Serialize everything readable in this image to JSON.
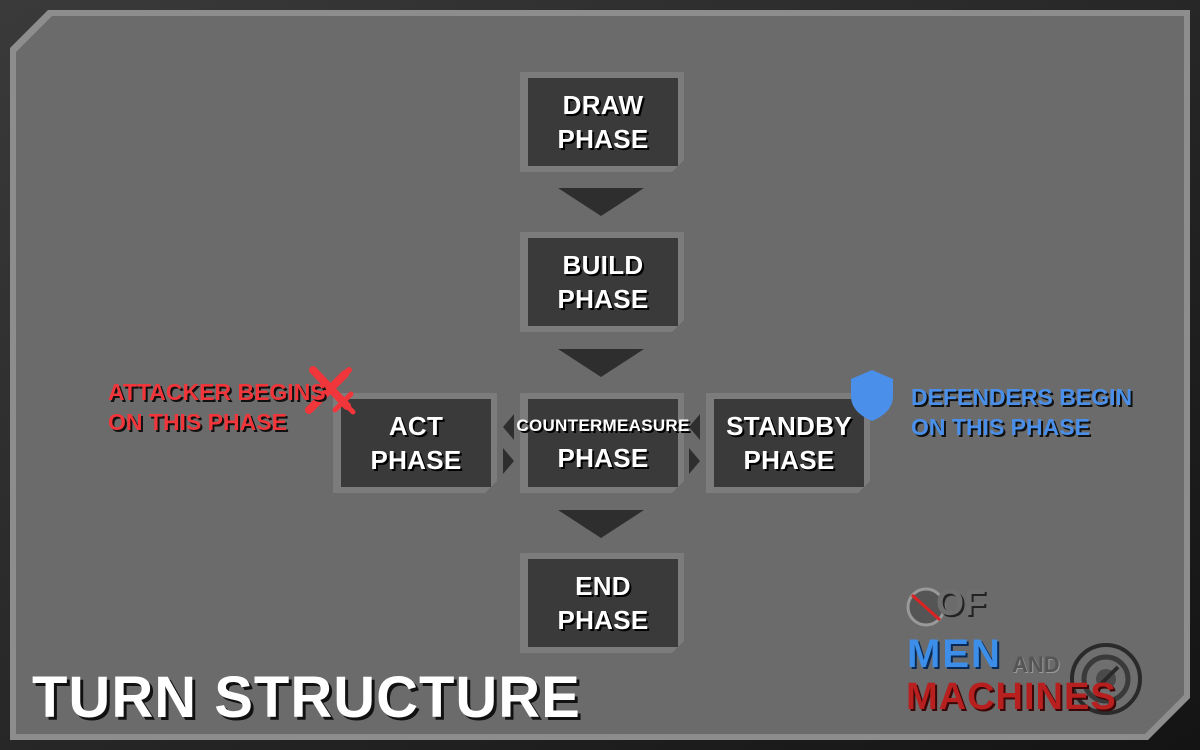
{
  "title": "TURN STRUCTURE",
  "colors": {
    "panel": "#6a6a6a",
    "box": "#3a3a3a",
    "attacker": "#f0363a",
    "defender": "#4a90ea"
  },
  "phases": {
    "draw": {
      "line1": "DRAW",
      "line2": "PHASE"
    },
    "build": {
      "line1": "BUILD",
      "line2": "PHASE"
    },
    "act": {
      "line1": "ACT",
      "line2": "PHASE"
    },
    "counter": {
      "line1": "COUNTERMEASURE",
      "line2": "PHASE"
    },
    "standby": {
      "line1": "STANDBY",
      "line2": "PHASE"
    },
    "end": {
      "line1": "END",
      "line2": "PHASE"
    }
  },
  "attacker_note": {
    "line1": "ATTACKER BEGINS",
    "line2": "ON THIS PHASE",
    "icon": "crossed-swords-icon"
  },
  "defender_note": {
    "line1": "DEFENDERS BEGIN",
    "line2": "ON THIS PHASE",
    "icon": "shield-icon"
  },
  "logo": {
    "of": "OF",
    "men": "MEN",
    "and": "AND",
    "machines": "MACHINES"
  }
}
